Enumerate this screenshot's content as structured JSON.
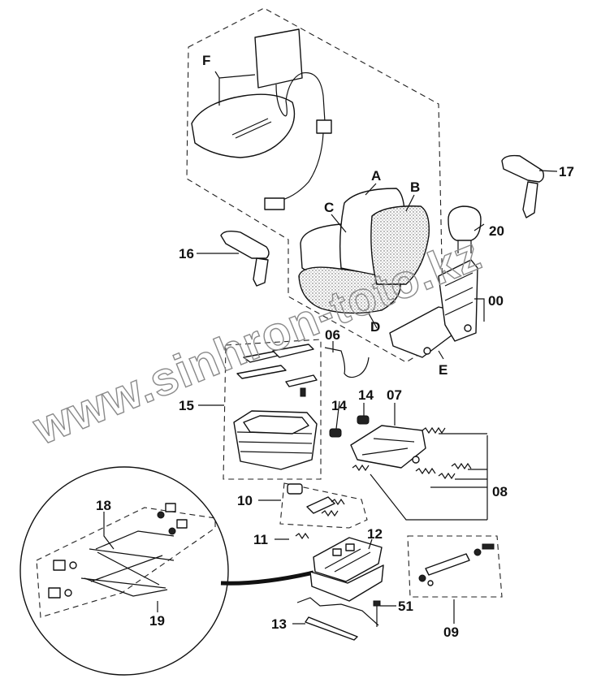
{
  "watermark": "www.sinhron-toto.kz",
  "callouts": {
    "F": "F",
    "A": "A",
    "B": "B",
    "C": "C",
    "D": "D",
    "E": "E",
    "p00": "00",
    "p06": "06",
    "p07": "07",
    "p08": "08",
    "p09": "09",
    "p10": "10",
    "p11": "11",
    "p12": "12",
    "p13": "13",
    "p14a": "14",
    "p14b": "14",
    "p15": "15",
    "p16": "16",
    "p17": "17",
    "p18": "18",
    "p19": "19",
    "p20": "20",
    "p51": "51"
  }
}
